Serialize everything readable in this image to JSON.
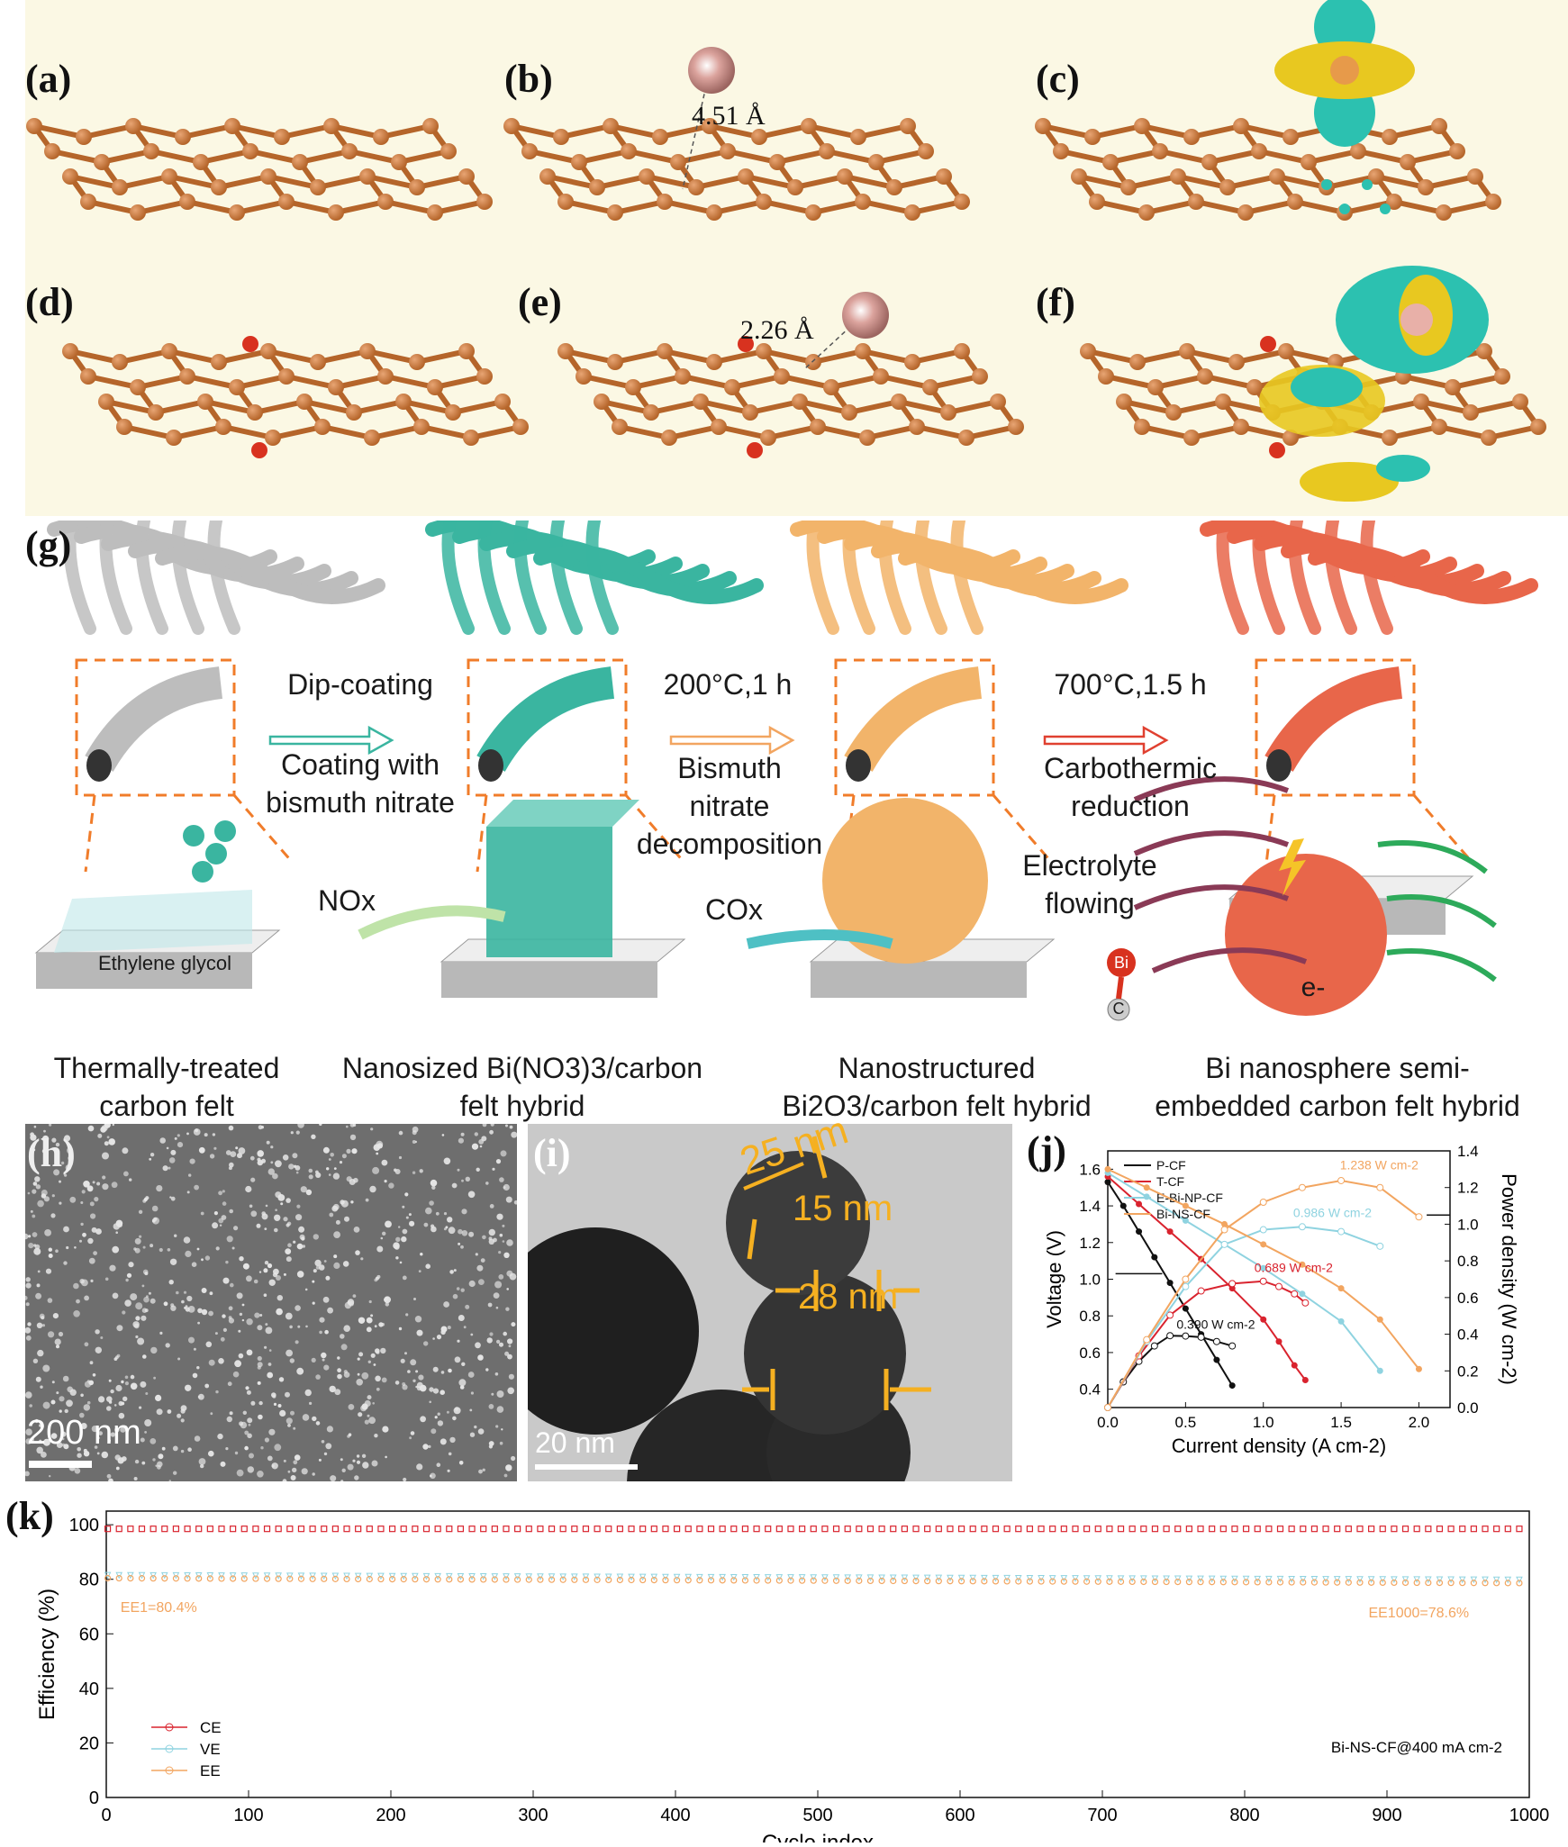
{
  "panels": {
    "a": "(a)",
    "b": "(b)",
    "c": "(c)",
    "d": "(d)",
    "e": "(e)",
    "f": "(f)",
    "g": "(g)",
    "h": "(h)",
    "i": "(i)",
    "j": "(j)",
    "k": "(k)"
  },
  "structures": {
    "dist_b": "4.51 Å",
    "dist_e": "2.26 Å",
    "colors": {
      "carbon": "#b5652a",
      "oxygen": "#d8321f",
      "bismuth": "#c58b86",
      "charge_pos": "#e8c820",
      "charge_neg": "#2cc1b0"
    }
  },
  "scheme": {
    "arrow1_top": "Dip-coating",
    "arrow1_bottom": [
      "Coating with",
      "bismuth nitrate"
    ],
    "arrow2_top": "200°C,1 h",
    "arrow2_bottom": [
      "Bismuth",
      "nitrate",
      "decomposition"
    ],
    "arrow3_top": "700°C,1.5 h",
    "arrow3_bottom": [
      "Carbothermic",
      "reduction"
    ],
    "ethylene": "Ethylene glycol",
    "nox": "NOx",
    "cox": "COx",
    "electrolyte": [
      "Electrolyte",
      "flowing"
    ],
    "electron": "e-",
    "bi": "Bi",
    "c": "C",
    "captions": [
      [
        "Thermally-treated",
        "carbon felt"
      ],
      [
        "Nanosized Bi(NO3)3/carbon",
        "felt hybrid"
      ],
      [
        "Nanostructured",
        "Bi2O3/carbon felt hybrid"
      ],
      [
        "Bi nanosphere semi-",
        "embedded carbon felt hybrid"
      ]
    ],
    "colors": {
      "grey": "#bdbdbd",
      "teal": "#3ab5a0",
      "orange": "#f2b46a",
      "red": "#e8664a",
      "box": "#f07c2a"
    }
  },
  "sem": {
    "scale": "200 nm"
  },
  "tem": {
    "scale": "20 nm",
    "d1": "25 nm",
    "d2": "15 nm",
    "d3": "28 nm"
  },
  "chart_data": [
    {
      "type": "line",
      "xlabel": "Current density (A cm-2)",
      "ylabel": "Voltage (V)",
      "y2label": "Power density (W cm-2)",
      "xlim": [
        0.0,
        2.2
      ],
      "ylim": [
        0.3,
        1.7
      ],
      "y2lim": [
        0.0,
        1.4
      ],
      "xticks": [
        "0.0",
        "0.5",
        "1.0",
        "1.5",
        "2.0"
      ],
      "yticks": [
        "0.4",
        "0.6",
        "0.8",
        "1.0",
        "1.2",
        "1.4",
        "1.6"
      ],
      "y2ticks": [
        "0.0",
        "0.2",
        "0.4",
        "0.6",
        "0.8",
        "1.0",
        "1.2",
        "1.4"
      ],
      "series": [
        {
          "name": "P-CF",
          "color": "#111111",
          "voltage": [
            [
              0.0,
              1.53
            ],
            [
              0.1,
              1.4
            ],
            [
              0.2,
              1.26
            ],
            [
              0.3,
              1.12
            ],
            [
              0.4,
              0.98
            ],
            [
              0.5,
              0.84
            ],
            [
              0.6,
              0.7
            ],
            [
              0.7,
              0.56
            ],
            [
              0.8,
              0.42
            ]
          ],
          "power": [
            [
              0.0,
              0.0
            ],
            [
              0.1,
              0.14
            ],
            [
              0.2,
              0.252
            ],
            [
              0.3,
              0.336
            ],
            [
              0.4,
              0.392
            ],
            [
              0.5,
              0.39
            ],
            [
              0.6,
              0.384
            ],
            [
              0.7,
              0.36
            ],
            [
              0.8,
              0.336
            ]
          ]
        },
        {
          "name": "T-CF",
          "color": "#d9232e",
          "voltage": [
            [
              0.0,
              1.56
            ],
            [
              0.2,
              1.41
            ],
            [
              0.4,
              1.26
            ],
            [
              0.6,
              1.11
            ],
            [
              0.8,
              0.95
            ],
            [
              1.0,
              0.78
            ],
            [
              1.1,
              0.66
            ],
            [
              1.2,
              0.53
            ],
            [
              1.27,
              0.45
            ]
          ],
          "power": [
            [
              0.0,
              0.0
            ],
            [
              0.2,
              0.282
            ],
            [
              0.4,
              0.504
            ],
            [
              0.6,
              0.636
            ],
            [
              0.8,
              0.676
            ],
            [
              1.0,
              0.689
            ],
            [
              1.1,
              0.66
            ],
            [
              1.2,
              0.62
            ],
            [
              1.27,
              0.571
            ]
          ]
        },
        {
          "name": "E-Bi-NP-CF",
          "color": "#8fd3e0",
          "voltage": [
            [
              0.0,
              1.58
            ],
            [
              0.25,
              1.45
            ],
            [
              0.5,
              1.32
            ],
            [
              0.75,
              1.19
            ],
            [
              1.0,
              1.06
            ],
            [
              1.25,
              0.92
            ],
            [
              1.5,
              0.77
            ],
            [
              1.75,
              0.5
            ]
          ],
          "power": [
            [
              0.0,
              0.0
            ],
            [
              0.25,
              0.36
            ],
            [
              0.5,
              0.66
            ],
            [
              0.75,
              0.89
            ],
            [
              1.0,
              0.97
            ],
            [
              1.25,
              0.986
            ],
            [
              1.5,
              0.96
            ],
            [
              1.75,
              0.88
            ]
          ]
        },
        {
          "name": "Bi-NS-CF",
          "color": "#f2a560",
          "voltage": [
            [
              0.0,
              1.6
            ],
            [
              0.25,
              1.5
            ],
            [
              0.5,
              1.4
            ],
            [
              0.75,
              1.3
            ],
            [
              1.0,
              1.19
            ],
            [
              1.25,
              1.08
            ],
            [
              1.5,
              0.95
            ],
            [
              1.75,
              0.78
            ],
            [
              2.0,
              0.51
            ]
          ],
          "power": [
            [
              0.0,
              0.0
            ],
            [
              0.25,
              0.37
            ],
            [
              0.5,
              0.7
            ],
            [
              0.75,
              0.97
            ],
            [
              1.0,
              1.12
            ],
            [
              1.25,
              1.2
            ],
            [
              1.5,
              1.238
            ],
            [
              1.75,
              1.2
            ],
            [
              2.0,
              1.04
            ]
          ]
        }
      ],
      "annotations": [
        "1.238 W cm-2",
        "0.986 W cm-2",
        "0.689 W cm-2",
        "0.390 W cm-2"
      ]
    },
    {
      "type": "scatter",
      "xlabel": "Cycle index",
      "ylabel": "Efficiency (%)",
      "xlim": [
        0,
        1000
      ],
      "ylim": [
        0,
        105
      ],
      "xticks": [
        "0",
        "100",
        "200",
        "300",
        "400",
        "500",
        "600",
        "700",
        "800",
        "900",
        "1000"
      ],
      "yticks": [
        "0",
        "20",
        "40",
        "60",
        "80",
        "100"
      ],
      "series": [
        {
          "name": "CE",
          "color": "#d9232e",
          "start": 98.5,
          "end": 98.5
        },
        {
          "name": "VE",
          "color": "#8fd3e0",
          "start": 81.5,
          "end": 79.8
        },
        {
          "name": "EE",
          "color": "#f2a560",
          "start": 80.4,
          "end": 78.6
        }
      ],
      "annotation_start": "EE1=80.4%",
      "annotation_end": "EE1000=78.6%",
      "condition": "Bi-NS-CF@400 mA cm-2"
    }
  ]
}
